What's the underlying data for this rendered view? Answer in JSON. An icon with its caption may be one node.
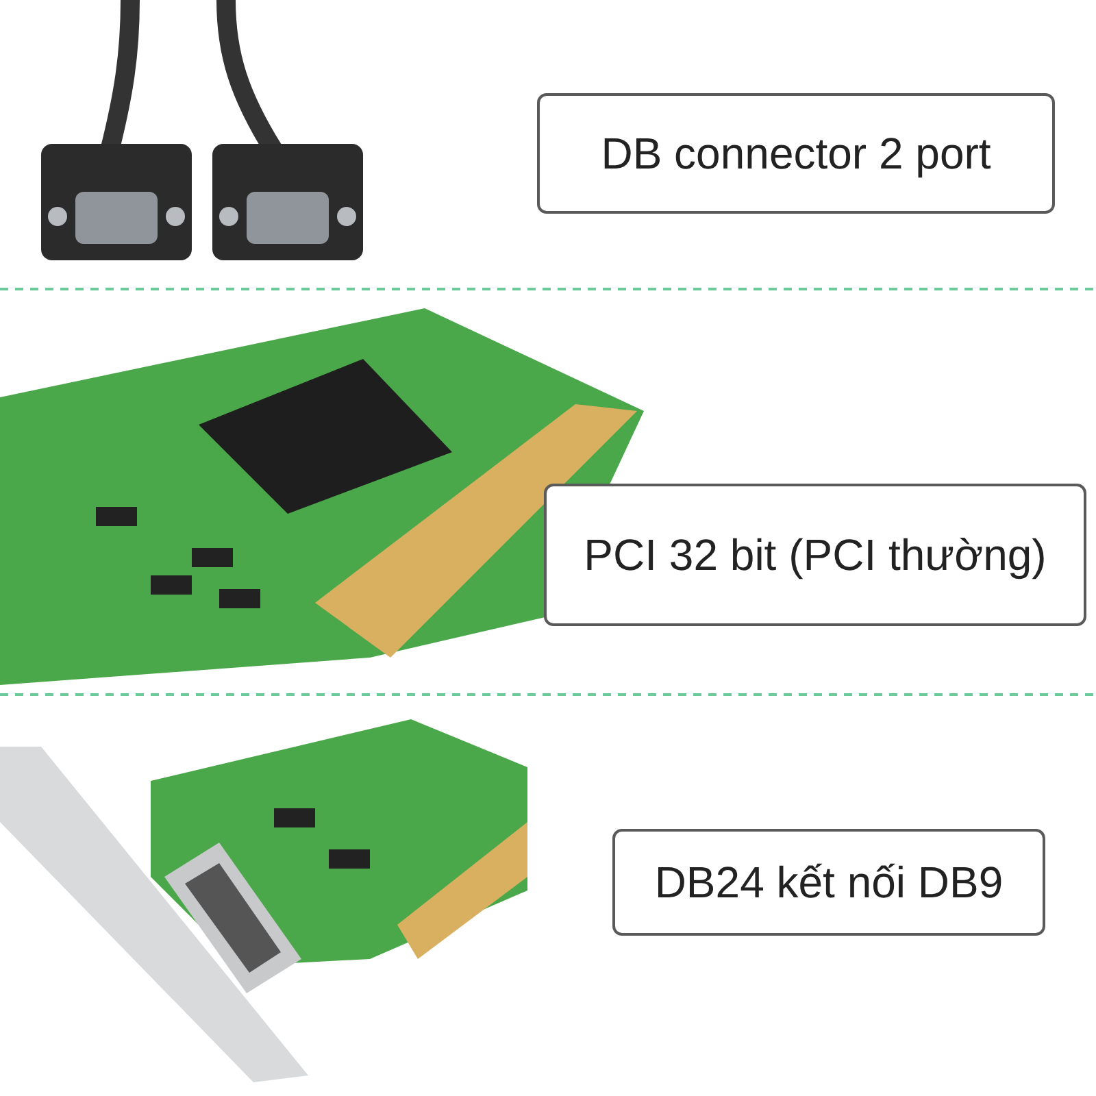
{
  "diagram": {
    "nodes": [
      {
        "text": [
          "DB connector 2 port"
        ]
      },
      {
        "text": [
          "PCI 32 bit (PCI thường)"
        ]
      },
      {
        "text": [
          "DB24 kết nối DB9"
        ]
      }
    ]
  }
}
